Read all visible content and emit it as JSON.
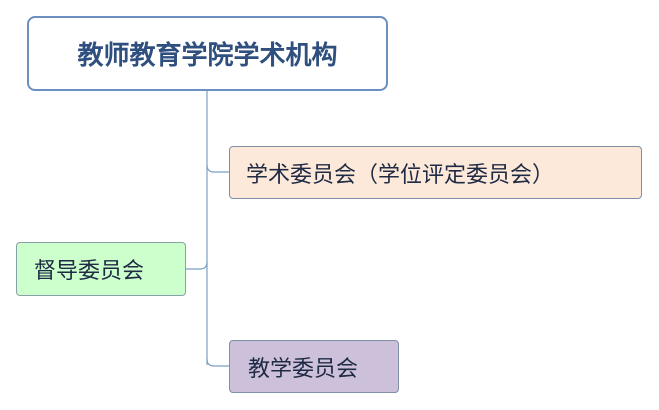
{
  "diagram": {
    "root": {
      "label": "教师教育学院学术机构"
    },
    "nodes": [
      {
        "id": "academic",
        "label": "学术委员会（学位评定委员会）"
      },
      {
        "id": "supervision",
        "label": "督导委员会"
      },
      {
        "id": "teaching",
        "label": "教学委员会"
      }
    ],
    "colors": {
      "connector": "#7aa0c4",
      "root_border": "#6b8fc0",
      "academic_fill": "#fde9d9",
      "supervision_fill": "#ccffcc",
      "teaching_fill": "#ccc0da"
    }
  }
}
